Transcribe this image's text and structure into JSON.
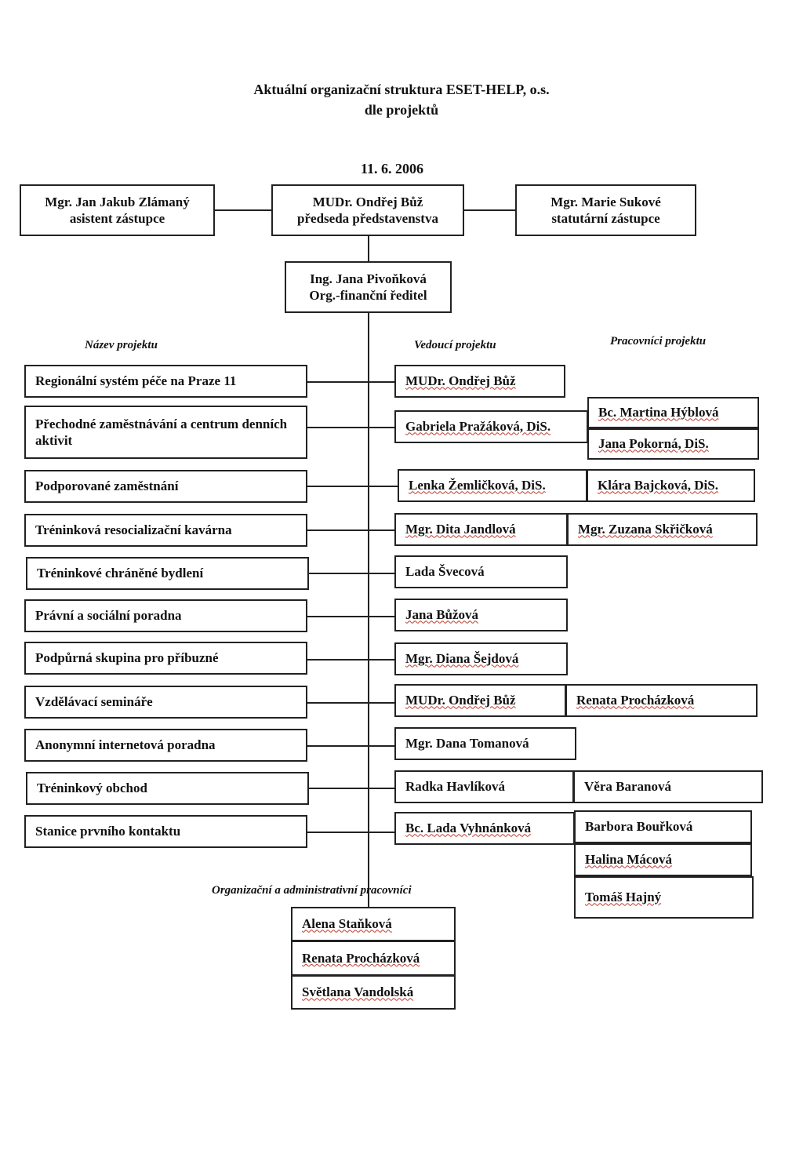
{
  "title": {
    "line1": "Aktuální organizační struktura ESET-HELP, o.s.",
    "line2": "dle projektů"
  },
  "date": "11. 6. 2006",
  "top": {
    "left": {
      "name": "Mgr. Jan Jakub Zlámaný",
      "role": "asistent zástupce"
    },
    "center": {
      "name": "MUDr. Ondřej Bůž",
      "role": "předseda představenstva"
    },
    "right": {
      "name": "Mgr. Marie Sukové",
      "role": "statutární zástupce"
    },
    "director": {
      "name": "Ing. Jana Pivoňková",
      "role": "Org.-finanční ředitel"
    }
  },
  "headers": {
    "projects": "Název projektu",
    "leaders": "Vedoucí projektu",
    "workers": "Pracovníci projektu",
    "admin": "Organizační a administrativní pracovníci"
  },
  "projects": [
    "Regionální systém péče na Praze 11",
    "Přechodné zaměstnávání a centrum denních aktivit",
    "Podporované zaměstnání",
    "Tréninková resocializační kavárna",
    "Tréninkové chráněné bydlení",
    "Právní a sociální poradna",
    "Podpůrná skupina pro příbuzné",
    "Vzdělávací semináře",
    "Anonymní internetová poradna",
    "Tréninkový obchod",
    "Stanice prvního kontaktu"
  ],
  "leaders": [
    "MUDr. Ondřej Bůž",
    "Gabriela Pražáková, DiS.",
    "Lenka Žemličková, DiS.",
    "Mgr. Dita Jandlová",
    "Lada Švecová",
    "Jana Bůžová",
    "Mgr. Diana Šejdová",
    "MUDr. Ondřej Bůž",
    "Mgr. Dana Tomanová",
    "Radka Havlíková",
    "Bc. Lada Vyhnánková"
  ],
  "workers": {
    "gabriela_1": "Bc. Martina Hýblová",
    "gabriela_2": "Jana Pokorná, DiS.",
    "lenka": "Klára Bajcková, DiS.",
    "dita": "Mgr. Zuzana Skřičková",
    "ondrej": "Renata Procházková",
    "radka": "Věra Baranová",
    "lada_1": "Barbora Bouřková",
    "lada_2": "Halina Mácová",
    "lada_3": "Tomáš Hajný"
  },
  "admin": [
    "Alena Staňková",
    "Renata Procházková",
    "Světlana Vandolská"
  ]
}
